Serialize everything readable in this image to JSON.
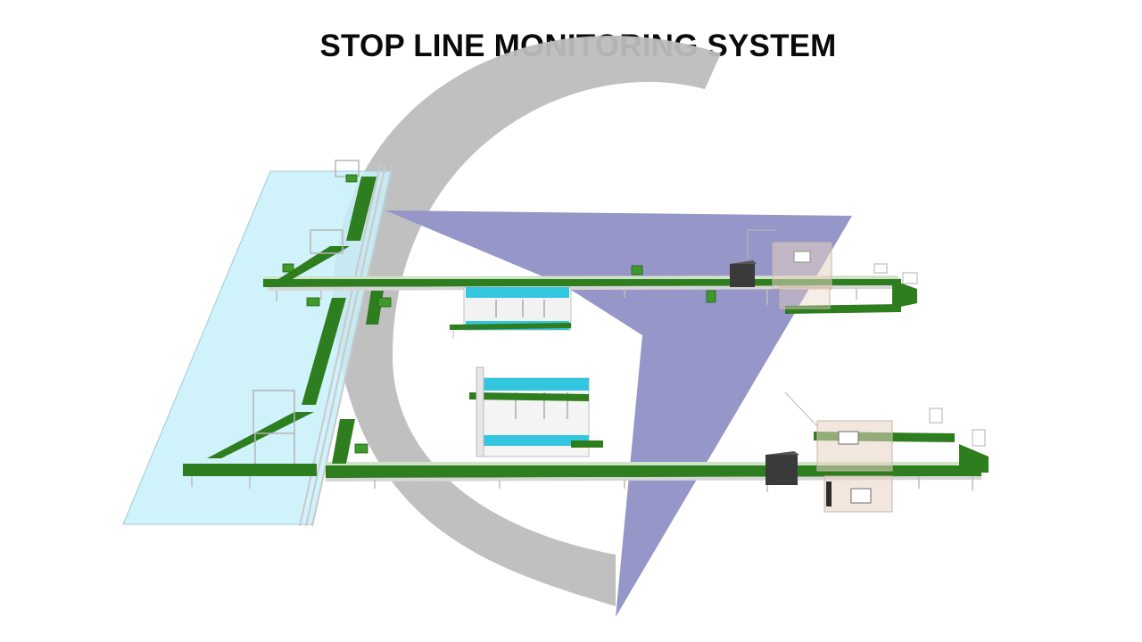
{
  "slide": {
    "title": "STOP LINE MONITORING SYSTEM"
  },
  "logo": {
    "shape": "stylized G",
    "ring_color": "#bdbdbd",
    "triangle_color": "#9696c8"
  },
  "illustration": {
    "subject": "3D isometric layout of production conveyor lines",
    "conveyor_color": "#2e7d1e",
    "frame_color": "#cfcfcf",
    "glass_area_color": "#c8f0fa",
    "workstation_accent_color": "#33c6e0",
    "stop_box_color": "#3a3a3a",
    "cabin_color": "#e8d3c4"
  }
}
